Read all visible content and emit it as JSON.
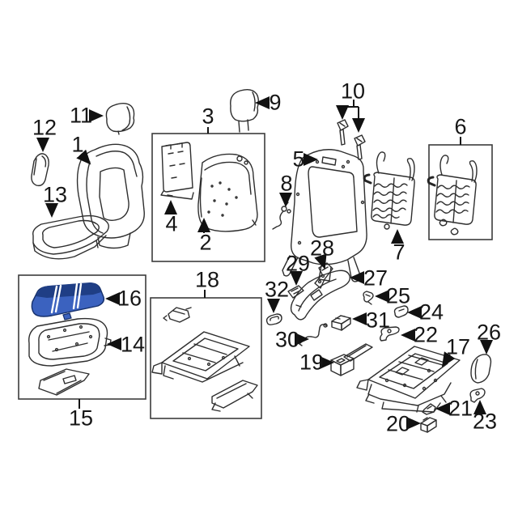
{
  "diagram": {
    "kind": "exploded-parts-diagram",
    "colors": {
      "background": "#ffffff",
      "line": "#2e2e2e",
      "label_text": "#161616",
      "heater_pad": "#3b62bf",
      "heater_pad_dark": "#1f3e85",
      "stripe": "#ffffff"
    },
    "boxed_group_labels": [
      "3",
      "6",
      "15",
      "18"
    ],
    "parts": [
      {
        "label": "1"
      },
      {
        "label": "2"
      },
      {
        "label": "3"
      },
      {
        "label": "4"
      },
      {
        "label": "5"
      },
      {
        "label": "6"
      },
      {
        "label": "7"
      },
      {
        "label": "8"
      },
      {
        "label": "9"
      },
      {
        "label": "10"
      },
      {
        "label": "11"
      },
      {
        "label": "12"
      },
      {
        "label": "13"
      },
      {
        "label": "14"
      },
      {
        "label": "15"
      },
      {
        "label": "16"
      },
      {
        "label": "17"
      },
      {
        "label": "18"
      },
      {
        "label": "19"
      },
      {
        "label": "20"
      },
      {
        "label": "21"
      },
      {
        "label": "22"
      },
      {
        "label": "23"
      },
      {
        "label": "24"
      },
      {
        "label": "25"
      },
      {
        "label": "26"
      },
      {
        "label": "27"
      },
      {
        "label": "28"
      },
      {
        "label": "29"
      },
      {
        "label": "30"
      },
      {
        "label": "31"
      },
      {
        "label": "32"
      }
    ]
  }
}
